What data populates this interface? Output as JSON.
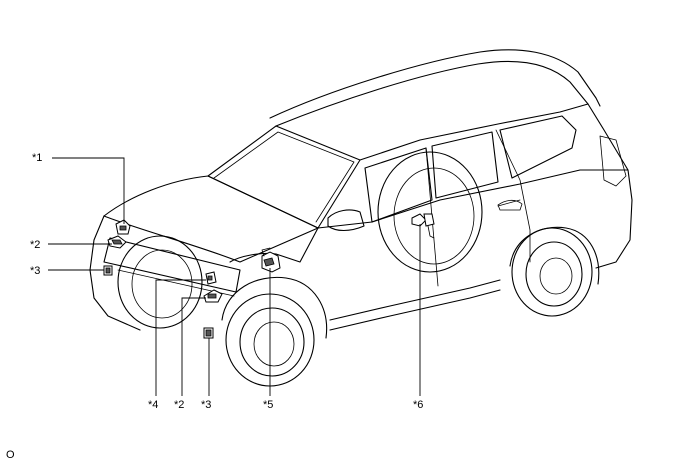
{
  "callouts": {
    "c1": "*1",
    "c2_left": "*2",
    "c3_left": "*3",
    "c4": "*4",
    "c2_bottom": "*2",
    "c3_bottom": "*3",
    "c5": "*5",
    "c6": "*6"
  },
  "figure_code": "O",
  "colors": {
    "line": "#000000",
    "background": "#ffffff"
  }
}
